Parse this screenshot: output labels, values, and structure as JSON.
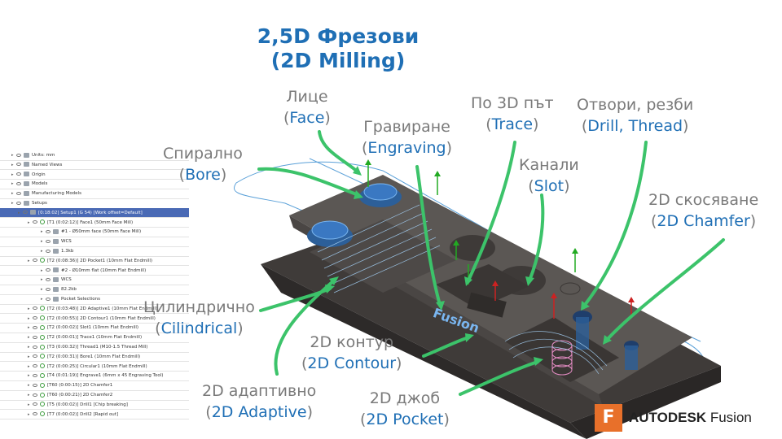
{
  "title": {
    "line1": "2,5D Фрезови",
    "line2": "(2D Milling)"
  },
  "labels": {
    "face": {
      "ru": "Лице",
      "en": "Face"
    },
    "engraving": {
      "ru": "Гравиране",
      "en": "Engraving"
    },
    "trace": {
      "ru": "По 3D път",
      "en": "Trace"
    },
    "drill": {
      "ru": "Отвори, резби",
      "en": "Drill, Thread"
    },
    "bore": {
      "ru": "Спирално",
      "en": "Bore"
    },
    "slot": {
      "ru": "Канали",
      "en": "Slot"
    },
    "chamfer": {
      "ru": "2D скосяване",
      "en": "2D Chamfer"
    },
    "cylindrical": {
      "ru": "Цилиндрично",
      "en": "Cilindrical"
    },
    "contour": {
      "ru": "2D контур",
      "en": "2D Contour"
    },
    "adaptive": {
      "ru": "2D адаптивно",
      "en": "2D Adaptive"
    },
    "pocket": {
      "ru": "2D джоб",
      "en": "2D Pocket"
    }
  },
  "tree": {
    "items": [
      "Units: mm",
      "Named Views",
      "Origin",
      "Models",
      "Manufacturing Models",
      "Setups",
      "[0:18:02] Setup1 (G 54) [Work offset=Default]",
      "[T1 (0:02:12)] Face1 (50mm Face Mill)",
      "#1 - Ø50mm face (50mm Face Mill)",
      "WCS",
      "1.3kb",
      "[T2 (0:08:36)] 2D Pocket1 (10mm Flat Endmill)",
      "#2 - Ø10mm flat (10mm Flat Endmill)",
      "WCS",
      "82.2kb",
      "Pocket Selections",
      "[T2 (0:03:48)] 2D Adaptive1 (10mm Flat Endmill)",
      "[T2 (0:00:55)] 2D Contour1 (10mm Flat Endmill)",
      "[T2 (0:00:02)] Slot1 (10mm Flat Endmill)",
      "[T2 (0:00:01)] Trace1 (10mm Flat Endmill)",
      "[T3 (0:00:32)] Thread1 (M10-1.5 Thread Mill)",
      "[T2 (0:00:31)] Bore1 (10mm Flat Endmill)",
      "[T2 (0:00:25)] Circular1 (10mm Flat Endmill)",
      "[T4 (0:01:19)] Engrave1 (6mm x 45 Engraving Tool)",
      "[T60 (0:00:15)] 2D Chamfer1",
      "[T60 (0:00:21)] 2D Chamfer2",
      "[T5 (0:00:02)] Drill1 [Chip breaking]",
      "[T7 (0:00:02)] Drill2 [Rapid out]"
    ]
  },
  "logo": {
    "mark": "F",
    "brand": "AUTODESK",
    "product": "Fusion"
  },
  "part": {
    "engraving_text": "Fusion"
  },
  "colors": {
    "accent": "#1f6fb5",
    "arrow": "#3cc36a",
    "logo": "#e8702a",
    "part": "#5b5754"
  }
}
